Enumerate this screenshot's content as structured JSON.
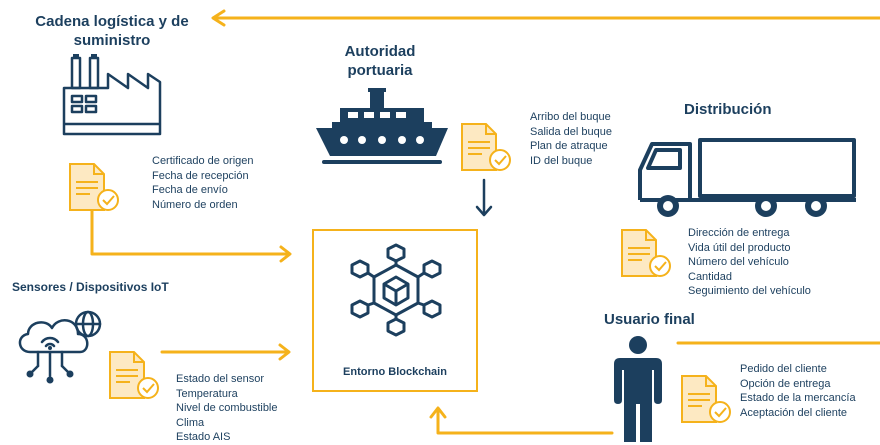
{
  "supply_chain": {
    "title": "Cadena logística y de suministro",
    "items": [
      "Certificado de origen",
      "Fecha de recepción",
      "Fecha de envío",
      "Número de orden"
    ]
  },
  "port_authority": {
    "title": "Autoridad portuaria",
    "items": [
      "Arribo del buque",
      "Salida del buque",
      "Plan de atraque",
      "ID del buque"
    ]
  },
  "distribution": {
    "title": "Distribución",
    "items": [
      "Dirección de entrega",
      "Vida útil del producto",
      "Número del vehículo",
      "Cantidad",
      "Seguimiento del vehículo"
    ]
  },
  "sensors": {
    "title": "Sensores / Dispositivos IoT",
    "items": [
      "Estado del sensor",
      "Temperatura",
      "Nivel de combustible",
      "Clima",
      "Estado AIS"
    ]
  },
  "end_user": {
    "title": "Usuario final",
    "items": [
      "Pedido del cliente",
      "Opción de entrega",
      "Estado de la mercancía",
      "Aceptación del cliente"
    ]
  },
  "blockchain": {
    "label": "Entorno Blockchain"
  },
  "colors": {
    "accent": "#f5b21b",
    "navy": "#1c3f5e",
    "doc_fill": "#fde9c2",
    "doc_stroke": "#f5b21b"
  },
  "icons": [
    "factory-icon",
    "ship-icon",
    "truck-icon",
    "cloud-iot-icon",
    "person-icon",
    "blockchain-icon",
    "document-check-icon"
  ]
}
